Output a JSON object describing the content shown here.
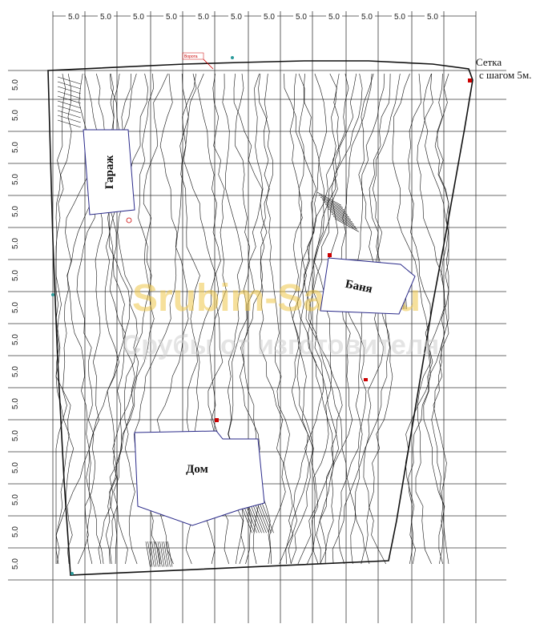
{
  "grid": {
    "step_label": "5.0",
    "top_labels": [
      "5.0",
      "5.0",
      "5.0",
      "5.0",
      "5.0",
      "5.0",
      "5.0",
      "5.0",
      "5.0",
      "5.0",
      "5.0",
      "5.0"
    ],
    "left_labels": [
      "5.0",
      "5.0",
      "5.0",
      "5.0",
      "5.0",
      "5.0",
      "5.0",
      "5.0",
      "5.0",
      "5.0",
      "5.0",
      "5.0",
      "5.0",
      "5.0",
      "5.0",
      "5.0"
    ]
  },
  "note": {
    "line1": "Сетка",
    "line2": "с шагом 5м."
  },
  "buildings": {
    "garage": "Гараж",
    "bath": "Баня",
    "house": "Дом"
  },
  "gate_label": "Ворота",
  "watermark": {
    "line1": "Srubim-Sam.Ru",
    "line2": "Срубы от изготовителя"
  },
  "colors": {
    "grid": "#3a3a3a",
    "contour": "#111111",
    "building_outline": "#2a2a8a",
    "watermark": "#f0c84a",
    "watermark_sub": "#cfcfcf",
    "marker": "#cc0000",
    "survey_point": "#2a9a9a"
  }
}
